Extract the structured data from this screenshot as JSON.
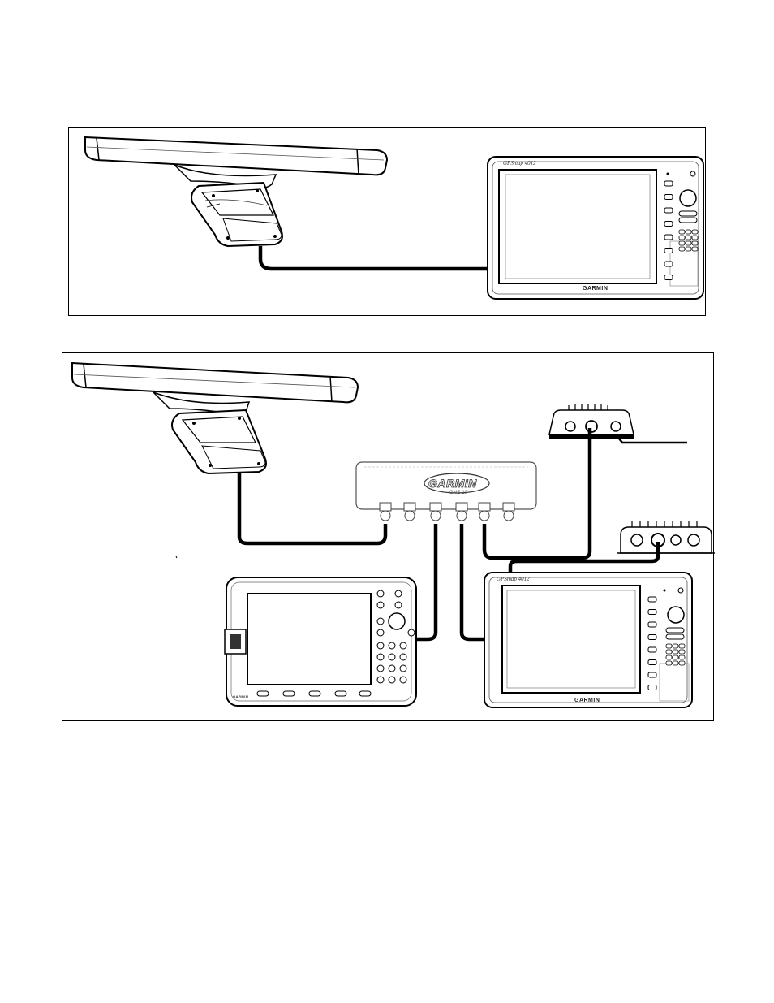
{
  "diagram1": {
    "display": {
      "model_label": "GPSmap 4012",
      "brand_label": "GARMIN"
    }
  },
  "diagram2": {
    "network_switch": {
      "brand_label": "GARMIN",
      "model_label": "GMS 10"
    },
    "display": {
      "model_label": "GPSmap 4012",
      "brand_label": "GARMIN"
    },
    "secondary_display": {
      "brand_label": "GARMIN"
    }
  }
}
